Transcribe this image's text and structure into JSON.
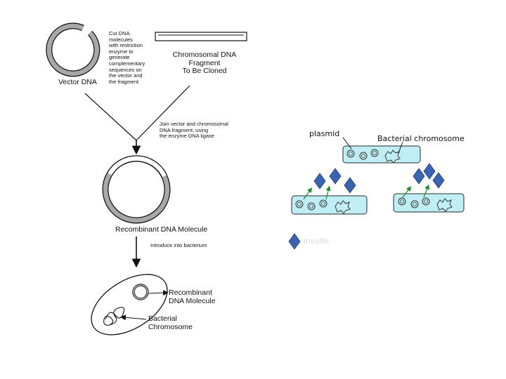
{
  "left": {
    "cut_text": [
      "Cut DNA",
      "molecules",
      "with restriction",
      "enzyme to",
      "generate",
      "complementary",
      "sequences on",
      "the vector and",
      "the fragment"
    ],
    "vector_label": "Vector DNA",
    "fragment_label": [
      "Chromosomal DNA",
      "Fragment",
      "To Be Cloned"
    ],
    "join_text": [
      "Join vector and chromosomal",
      "DNA fragment, using",
      "the enzyme DNA ligase"
    ],
    "recombinant_label": "Recombinant DNA Molecule",
    "introduce_text": "Introduce into bacterium",
    "cell_recombinant_label": [
      "Recombinant",
      "DNA Molecule"
    ],
    "cell_chromosome_label": [
      "Bacterial",
      "Chromosome"
    ]
  },
  "right": {
    "plasmid_label": "plasmid",
    "chromosome_label": "Bacterial chromosome",
    "insulin_label": "insulin"
  },
  "colors": {
    "cell_fill": "#bfeef4",
    "cell_stroke": "#2a2a2a",
    "insulin": "#3a63b0",
    "arrow_green": "#1f8a2c",
    "ring_gray": "#a8a8a8"
  }
}
